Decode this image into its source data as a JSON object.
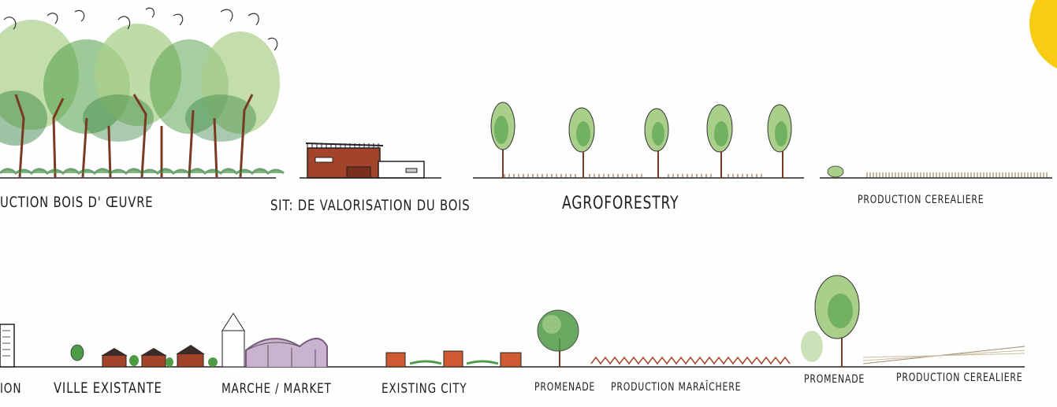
{
  "colors": {
    "ink": "#1f1f1f",
    "tree_green": "#4f9c46",
    "tree_light": "#a9cf8a",
    "trunk": "#7a3a22",
    "brick": "#a2432a",
    "roof_purple": "#7a5a7c",
    "accent_yellow": "#f7cc12"
  },
  "top_row": {
    "labels": [
      "UCTION BOIS D' ŒUVRE",
      "SIT: DE VALORISATION DU BOIS",
      "AGROFORESTRY",
      "PRODUCTION CEREALIERE"
    ]
  },
  "bottom_row": {
    "labels": [
      "ION",
      "VILLE EXISTANTE",
      "MARCHE / MARKET",
      "EXISTING CITY",
      "PROMENADE",
      "PRODUCTION MARAÎCHERE",
      "PROMENADE",
      "PRODUCTION CEREALIERE"
    ]
  }
}
